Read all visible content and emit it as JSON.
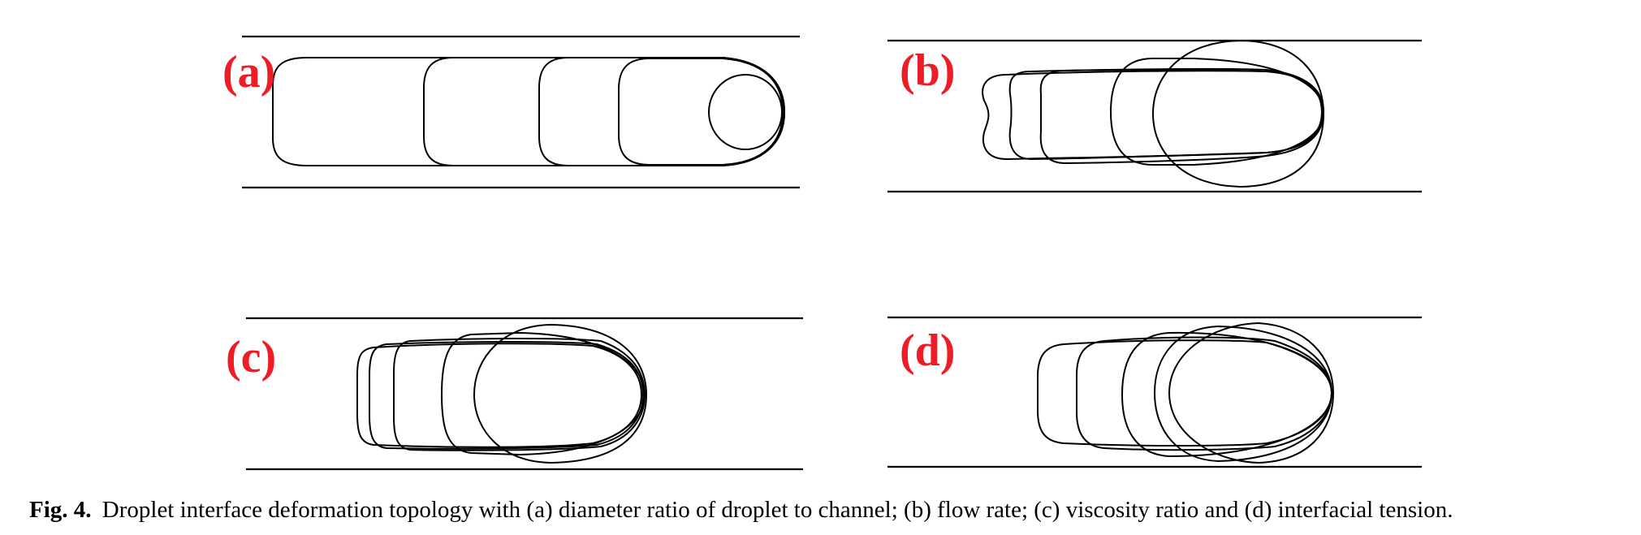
{
  "figure": {
    "panels": [
      {
        "id": "a",
        "label": "(a)"
      },
      {
        "id": "b",
        "label": "(b)"
      },
      {
        "id": "c",
        "label": "(c)"
      },
      {
        "id": "d",
        "label": "(d)"
      }
    ]
  },
  "caption": {
    "number": "Fig. 4.",
    "text": "Droplet interface deformation topology with (a) diameter ratio of droplet to channel; (b) flow rate; (c) viscosity ratio and (d) interfacial tension."
  }
}
